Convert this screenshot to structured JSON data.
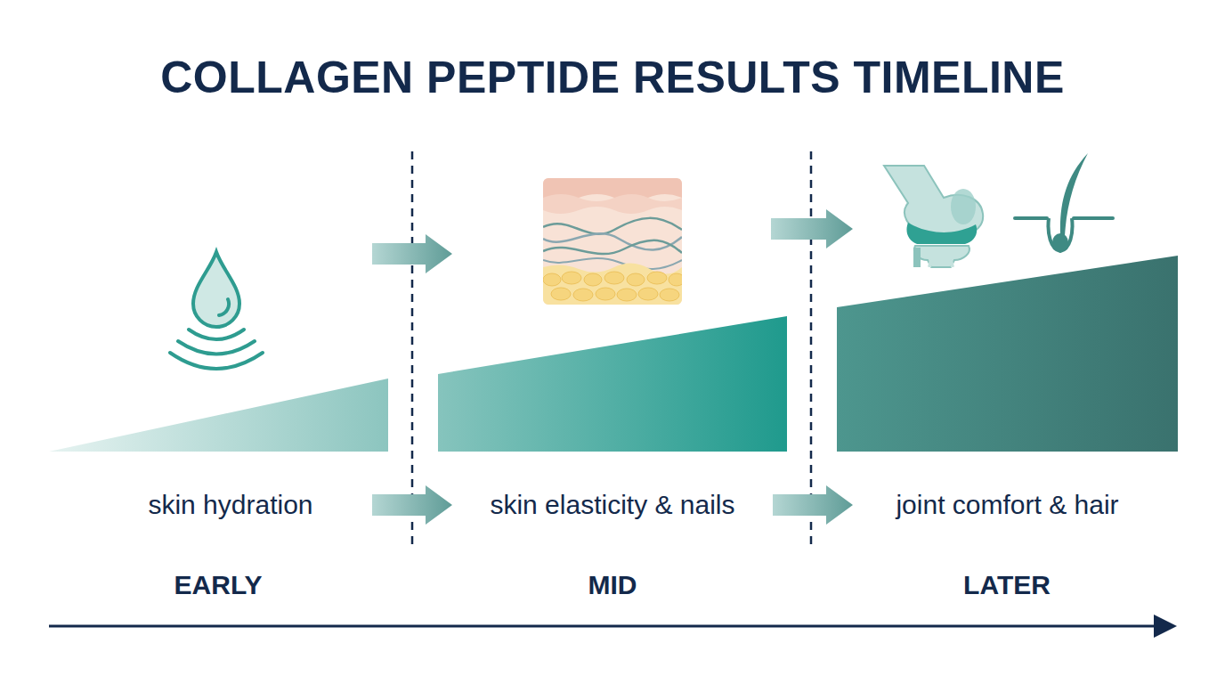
{
  "diagram": {
    "title": "COLLAGEN PEPTIDE RESULTS TIMELINE",
    "nodes": [
      {
        "text": [
          "skin hydration"
        ]
      },
      {
        "text": [
          "skin elasticity & nails"
        ]
      },
      {
        "text": [
          "joint comfort & hair"
        ]
      }
    ],
    "edges": [
      {
        "from": 0,
        "to": 1,
        "arrow": "to"
      },
      {
        "from": 1,
        "to": 2,
        "arrow": "to"
      }
    ],
    "labels": [
      "EARLY",
      "MID",
      "LATER"
    ]
  }
}
